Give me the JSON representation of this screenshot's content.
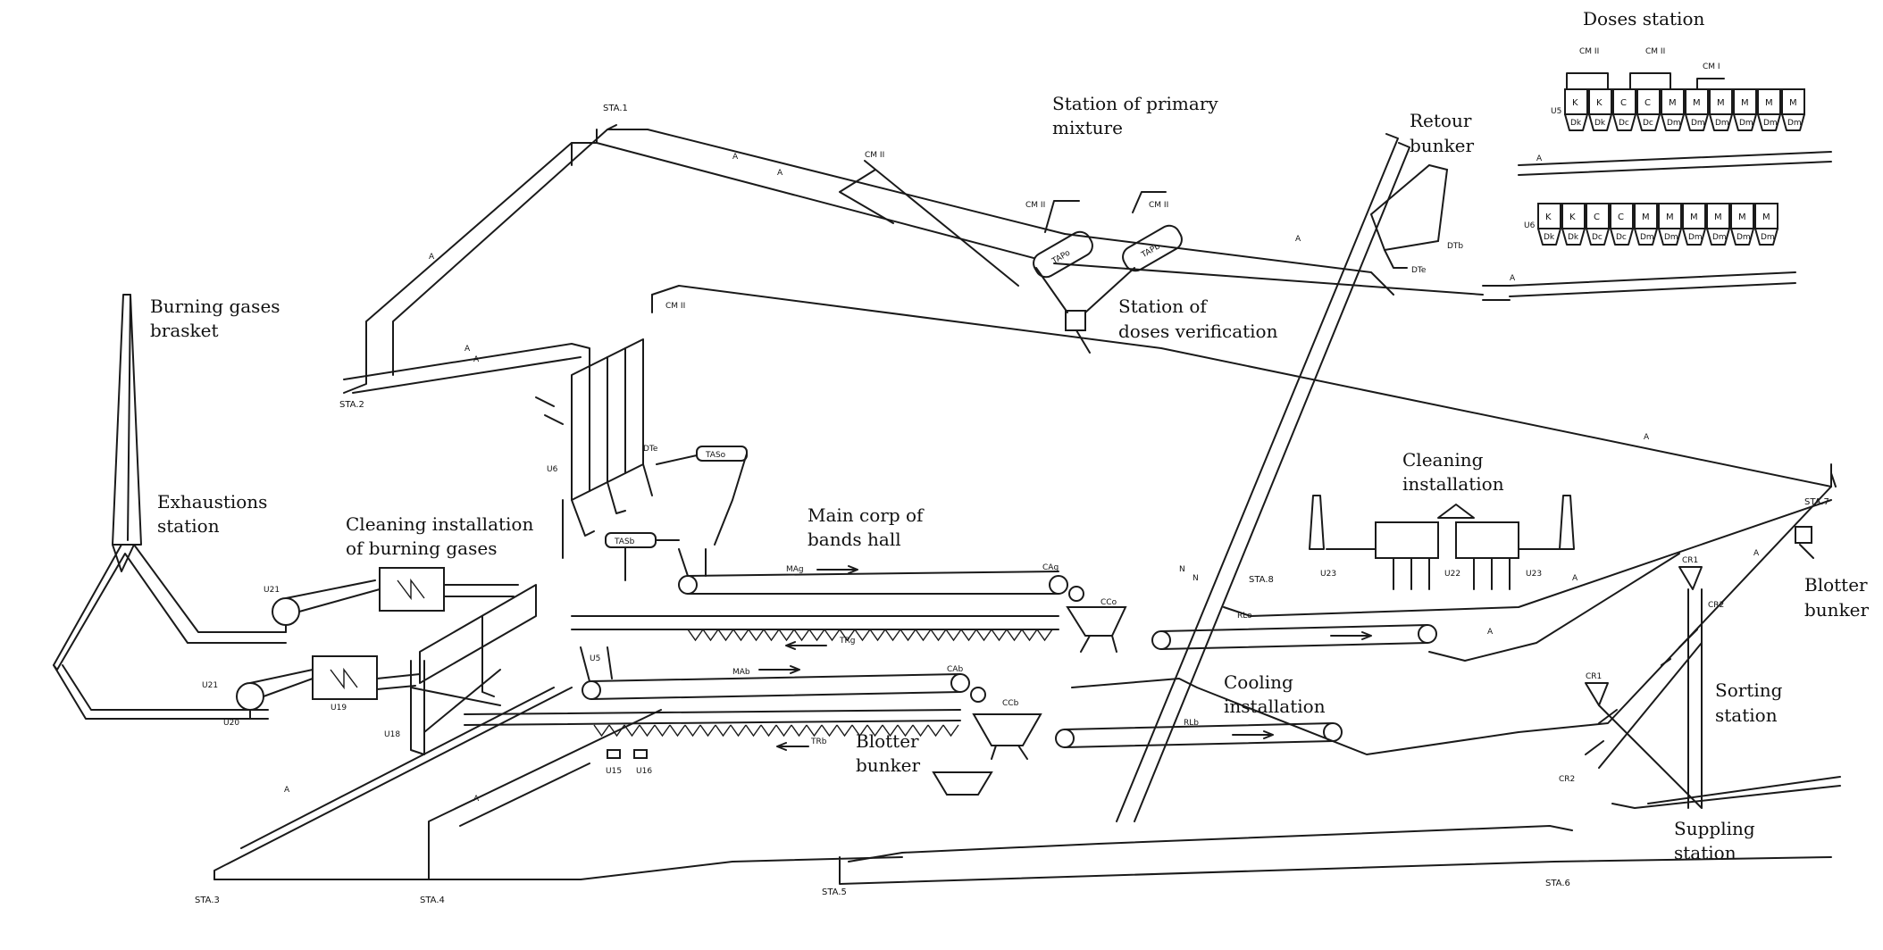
{
  "labels": {
    "doses_station": "Doses station",
    "station_primary_mixture_l1": "Station of primary",
    "station_primary_mixture_l2": "mixture",
    "retour_bunker_l1": "Retour",
    "retour_bunker_l2": "bunker",
    "burning_gases_basket_l1": "Burning gases",
    "burning_gases_basket_l2": "brasket",
    "station_doses_verification_l1": "Station of",
    "station_doses_verification_l2": "doses verification",
    "exhaustions_station_l1": "Exhaustions",
    "exhaustions_station_l2": "station",
    "cleaning_burning_gases_l1": "Cleaning installation",
    "cleaning_burning_gases_l2": "of burning gases",
    "main_corp_l1": "Main corp of",
    "main_corp_l2": "bands hall",
    "cleaning_installation_l1": "Cleaning",
    "cleaning_installation_l2": "installation",
    "cooling_installation_l1": "Cooling",
    "cooling_installation_l2": "installation",
    "blotter_bunker_left_l1": "Blotter",
    "blotter_bunker_left_l2": "bunker",
    "blotter_bunker_right_l1": "Blotter",
    "blotter_bunker_right_l2": "bunker",
    "sorting_station_l1": "Sorting",
    "sorting_station_l2": "station",
    "suppling_station_l1": "Suppling",
    "suppling_station_l2": "station"
  },
  "stations": {
    "sta1": "STA.1",
    "sta2": "STA.2",
    "sta3": "STA.3",
    "sta4": "STA.4",
    "sta5": "STA.5",
    "sta6": "STA.6",
    "sta7": "STA.7",
    "sta8": "STA.8"
  },
  "small_tags": {
    "cm2": "CM II",
    "cm1": "CM I",
    "cm3": "CM II",
    "u5": "U5",
    "u6": "U6",
    "u19": "U19",
    "u18": "U18",
    "u21": "U21",
    "u20": "U20",
    "u22": "U22",
    "u23": "U23",
    "u15": "U15",
    "u16": "U16",
    "mag": "MAg",
    "mab": "MAb",
    "trg": "TRg",
    "trb": "TRb",
    "rlo": "RLo",
    "rlb": "RLb",
    "cr1": "CR1",
    "cr2": "CR2",
    "tap1": "TAPo",
    "tap2": "TAPb",
    "tas1": "TASo",
    "tas2": "TASb",
    "a": "A",
    "n": "N",
    "cca": "CCo",
    "ccb": "CCb",
    "cag": "CAg",
    "cab": "CAb",
    "dtb": "DTb",
    "dte": "DTe"
  },
  "dose_letters_top": [
    "K",
    "K",
    "C",
    "C",
    "M",
    "M",
    "M",
    "M",
    "M",
    "M"
  ],
  "dose_letters_bottom": [
    "K",
    "K",
    "C",
    "C",
    "M",
    "M",
    "M",
    "M",
    "M",
    "M"
  ],
  "dose_sublabels": [
    "Dk",
    "Dk",
    "Dc",
    "Dc",
    "Dm",
    "Dm",
    "Dm",
    "Dm",
    "Dm",
    "Dm"
  ]
}
